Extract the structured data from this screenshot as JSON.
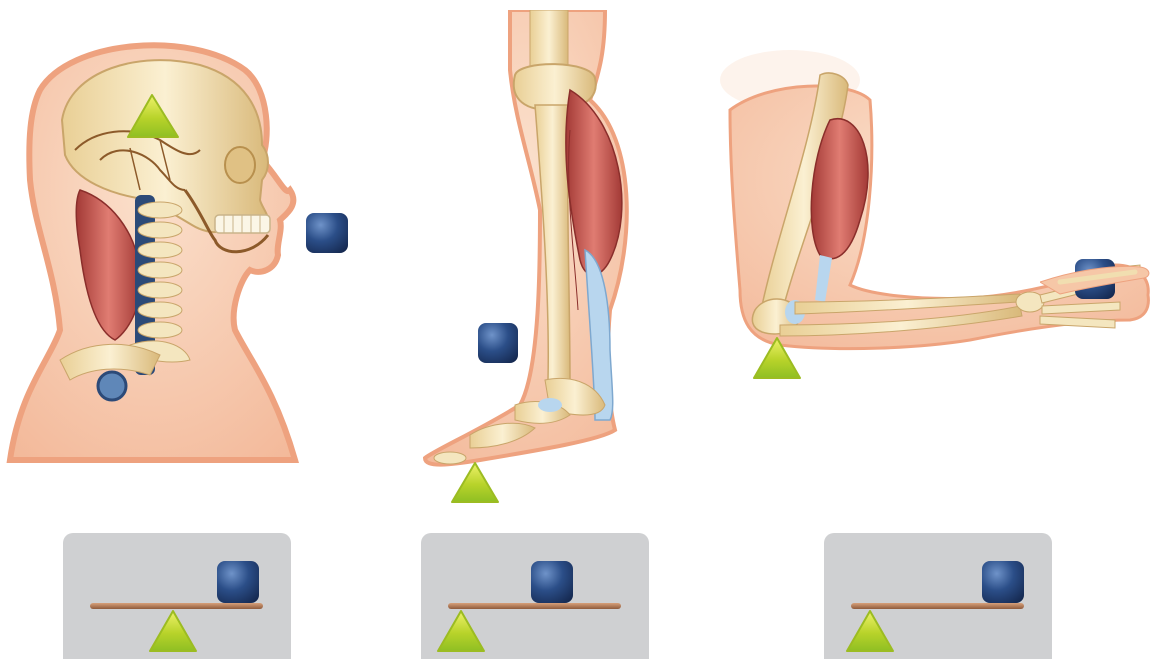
{
  "diagram": {
    "panels": [
      {
        "id": "head",
        "fulcrum_icon": "triangle-fulcrum",
        "load_icon": "square-load"
      },
      {
        "id": "leg",
        "fulcrum_icon": "triangle-fulcrum",
        "load_icon": "square-load"
      },
      {
        "id": "arm",
        "fulcrum_icon": "triangle-fulcrum",
        "load_icon": "square-load"
      }
    ],
    "levers": [
      {
        "id": "first-class",
        "fulcrum_position": "center",
        "load_position": "right"
      },
      {
        "id": "second-class",
        "fulcrum_position": "left",
        "load_position": "center"
      },
      {
        "id": "third-class",
        "fulcrum_position": "left",
        "load_position": "right"
      }
    ],
    "colors": {
      "skin": "#f6c7a7",
      "skin_dark": "#eea27f",
      "bone": "#f1deb0",
      "bone_shade": "#d9b97a",
      "muscle": "#c9574f",
      "tendon": "#b8d6ee",
      "fulcrum": "#b8d32a",
      "load": "#1f3f74",
      "beam": "#b57a55",
      "lever_bg": "#cfd0d2"
    }
  }
}
